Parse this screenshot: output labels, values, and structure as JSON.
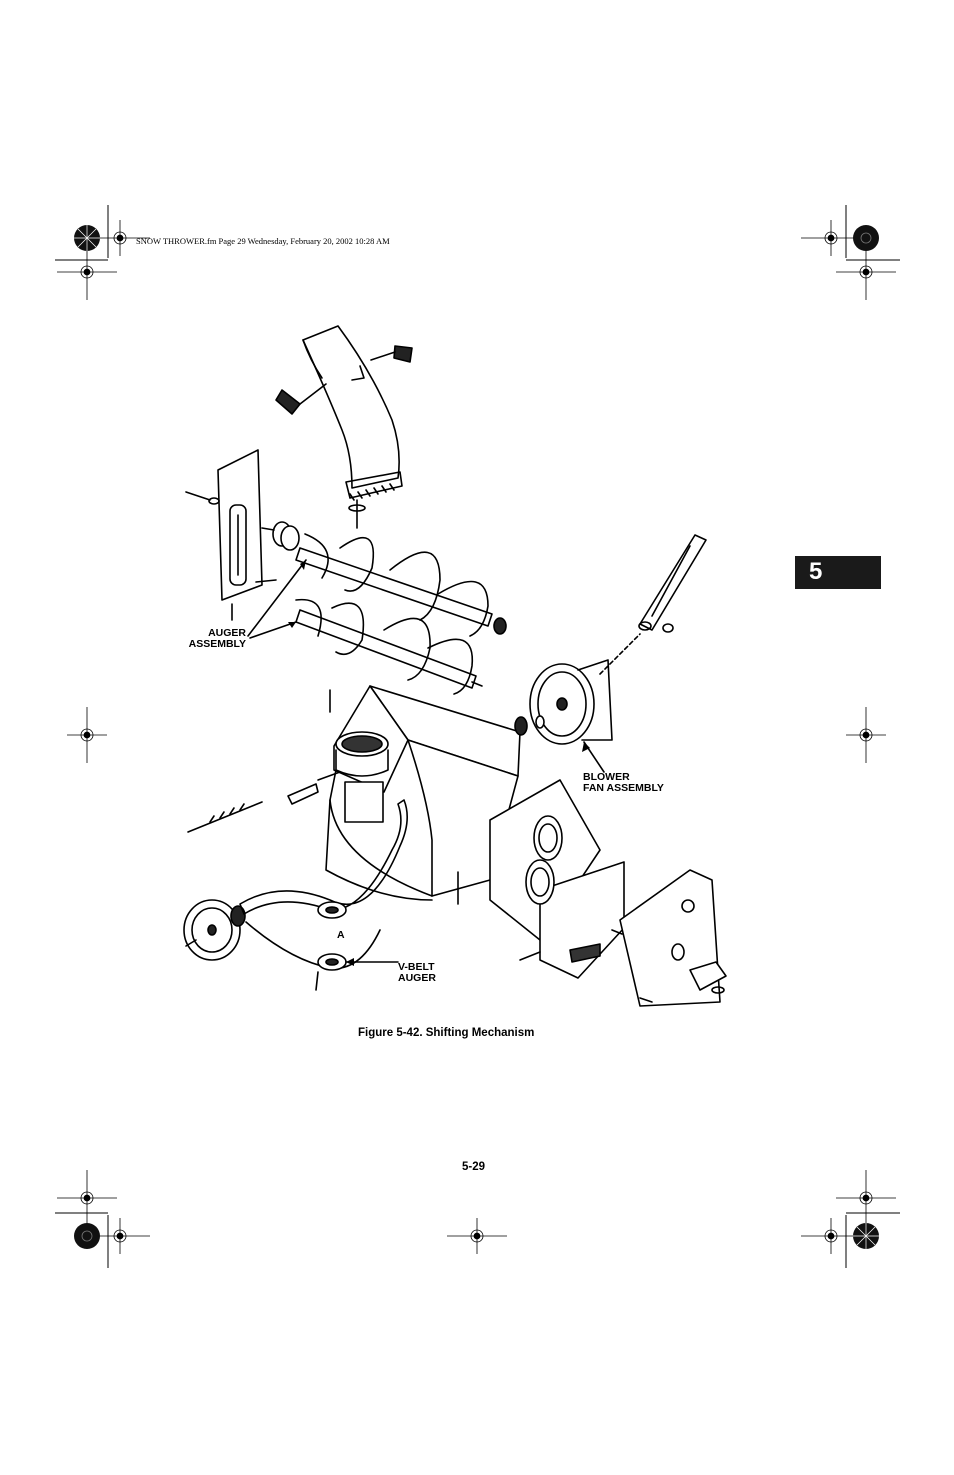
{
  "header": {
    "slug": "SNOW THROWER.fm  Page 29  Wednesday, February 20, 2002  10:28 AM"
  },
  "chapter_tab": {
    "number": "5"
  },
  "figure": {
    "labels": {
      "auger": "AUGER\nASSEMBLY",
      "blower": "BLOWER\nFAN ASSEMBLY",
      "vbelt": "V-BELT\nAUGER",
      "point_a": "A"
    },
    "caption": "Figure 5-42.   Shifting Mechanism"
  },
  "footer": {
    "page_number": "5-29"
  }
}
